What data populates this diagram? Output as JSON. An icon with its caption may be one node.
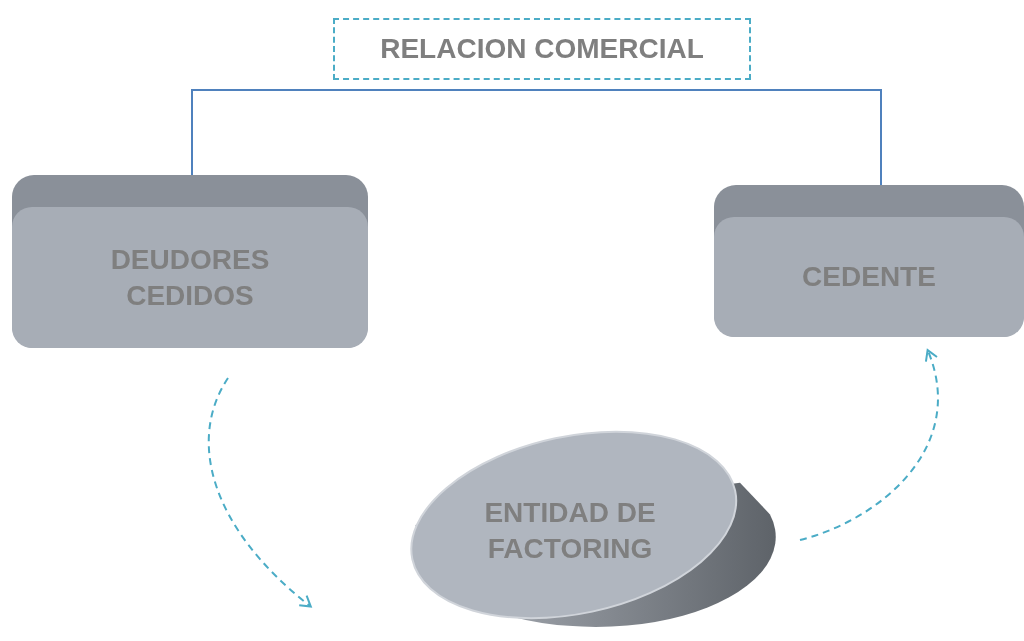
{
  "diagram": {
    "nodes": [
      {
        "text": [
          "RELACION COMERCIAL"
        ]
      },
      {
        "text": [
          "DEUDORES CEDIDOS"
        ]
      },
      {
        "text": [
          "CEDENTE"
        ]
      },
      {
        "text": [
          "ENTIDAD DE FACTORING"
        ]
      }
    ],
    "edges": [
      {
        "from": 1,
        "to": 2,
        "arrow": "none"
      },
      {
        "from": 1,
        "to": null,
        "arrow": "to",
        "style": "dashed",
        "color": "#4bacc6"
      },
      {
        "from": 3,
        "to": 2,
        "arrow": "to",
        "style": "dashed",
        "color": "#4bacc6"
      }
    ]
  }
}
